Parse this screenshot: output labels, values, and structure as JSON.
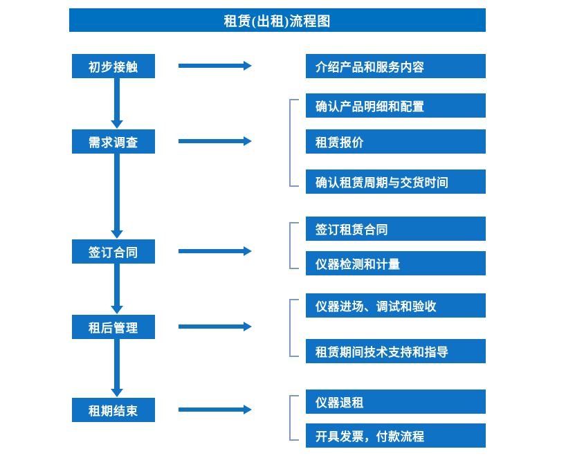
{
  "diagram": {
    "title": "租赁(出租)流程图",
    "colors": {
      "title_bar": "#0070C0",
      "box": "#0f72C4",
      "arrow": "#0f72C4",
      "bracket": "#7C9BC4",
      "text": "#FFFFFF",
      "background": "#FFFFFF"
    },
    "stages": [
      {
        "id": "stage-1",
        "label": "初步接触",
        "details": [
          {
            "id": "detail-1-1",
            "label": "介绍产品和服务内容"
          }
        ],
        "has_bracket": false
      },
      {
        "id": "stage-2",
        "label": "需求调查",
        "details": [
          {
            "id": "detail-2-1",
            "label": "确认产品明细和配置"
          },
          {
            "id": "detail-2-2",
            "label": "租赁报价"
          },
          {
            "id": "detail-2-3",
            "label": "确认租赁周期与交货时间"
          }
        ],
        "has_bracket": true
      },
      {
        "id": "stage-3",
        "label": "签订合同",
        "details": [
          {
            "id": "detail-3-1",
            "label": "签订租赁合同"
          },
          {
            "id": "detail-3-2",
            "label": "仪器检测和计量"
          }
        ],
        "has_bracket": true
      },
      {
        "id": "stage-4",
        "label": "租后管理",
        "details": [
          {
            "id": "detail-4-1",
            "label": "仪器进场、调试和验收"
          },
          {
            "id": "detail-4-2",
            "label": "租赁期间技术支持和指导"
          }
        ],
        "has_bracket": true
      },
      {
        "id": "stage-5",
        "label": "租期结束",
        "details": [
          {
            "id": "detail-5-1",
            "label": "仪器退租"
          },
          {
            "id": "detail-5-2",
            "label": "开具发票，付款流程"
          }
        ],
        "has_bracket": true
      }
    ],
    "connectors": {
      "vertical_arrow_count": 4,
      "horizontal_arrow_count": 5,
      "vertical_icon": "arrow-down-icon",
      "horizontal_icon": "arrow-right-icon"
    }
  },
  "layout": {
    "stage_tops": [
      78,
      187,
      346,
      455,
      575
    ],
    "detail_tops": [
      78,
      135,
      187,
      245,
      313,
      363,
      424,
      490,
      563,
      612
    ],
    "detail_index_by_stage": [
      [
        0
      ],
      [
        1,
        2,
        3
      ],
      [
        4,
        5
      ],
      [
        6,
        7
      ],
      [
        8,
        9
      ]
    ],
    "v_arrow_spans": [
      [
        113,
        186
      ],
      [
        222,
        345
      ],
      [
        381,
        454
      ],
      [
        490,
        574
      ]
    ],
    "h_arrow_tops": [
      95,
      204,
      363,
      472,
      592
    ],
    "bracket_spans": [
      [
        143,
        270
      ],
      [
        321,
        389
      ],
      [
        432,
        516
      ],
      [
        571,
        637
      ]
    ]
  }
}
